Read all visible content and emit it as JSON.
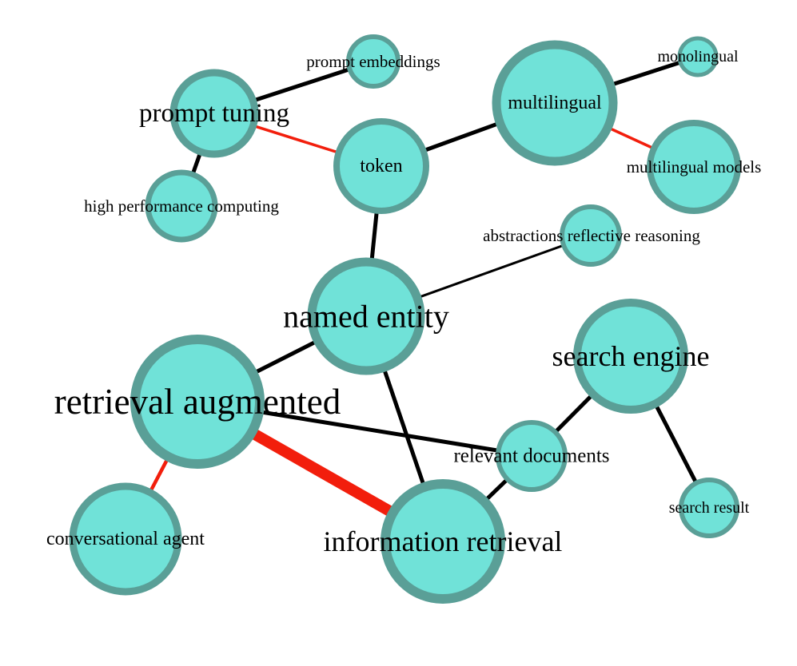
{
  "colors": {
    "node_fill": "#70e2d8",
    "node_stroke": "#5a9f97",
    "edge_black": "#000000",
    "edge_red": "#f21e0c",
    "background": "#ffffff"
  },
  "nodes": [
    {
      "id": "prompt_tuning",
      "label": "prompt tuning"
    },
    {
      "id": "prompt_embeddings",
      "label": "prompt embeddings"
    },
    {
      "id": "high_performance_computing",
      "label": "high performance computing"
    },
    {
      "id": "token",
      "label": "token"
    },
    {
      "id": "multilingual",
      "label": "multilingual"
    },
    {
      "id": "monolingual",
      "label": "monolingual"
    },
    {
      "id": "multilingual_models",
      "label": "multilingual models"
    },
    {
      "id": "abstractions_reflective_reasoning",
      "label": "abstractions reflective reasoning"
    },
    {
      "id": "named_entity",
      "label": "named entity"
    },
    {
      "id": "search_engine",
      "label": "search engine"
    },
    {
      "id": "retrieval_augmented",
      "label": "retrieval augmented"
    },
    {
      "id": "relevant_documents",
      "label": "relevant documents"
    },
    {
      "id": "search_result",
      "label": "search result"
    },
    {
      "id": "conversational_agent",
      "label": "conversational agent"
    },
    {
      "id": "information_retrieval",
      "label": "information retrieval"
    }
  ],
  "edges": [
    {
      "source": "prompt_tuning",
      "target": "prompt_embeddings",
      "color": "black"
    },
    {
      "source": "prompt_tuning",
      "target": "high_performance_computing",
      "color": "black"
    },
    {
      "source": "prompt_tuning",
      "target": "token",
      "color": "red"
    },
    {
      "source": "token",
      "target": "multilingual",
      "color": "black"
    },
    {
      "source": "multilingual",
      "target": "monolingual",
      "color": "black"
    },
    {
      "source": "multilingual",
      "target": "multilingual_models",
      "color": "red"
    },
    {
      "source": "token",
      "target": "named_entity",
      "color": "black"
    },
    {
      "source": "named_entity",
      "target": "abstractions_reflective_reasoning",
      "color": "black"
    },
    {
      "source": "named_entity",
      "target": "retrieval_augmented",
      "color": "black"
    },
    {
      "source": "named_entity",
      "target": "information_retrieval",
      "color": "black"
    },
    {
      "source": "retrieval_augmented",
      "target": "relevant_documents",
      "color": "black"
    },
    {
      "source": "retrieval_augmented",
      "target": "information_retrieval",
      "color": "red"
    },
    {
      "source": "retrieval_augmented",
      "target": "conversational_agent",
      "color": "red"
    },
    {
      "source": "search_engine",
      "target": "relevant_documents",
      "color": "black"
    },
    {
      "source": "relevant_documents",
      "target": "information_retrieval",
      "color": "black"
    },
    {
      "source": "search_engine",
      "target": "search_result",
      "color": "black"
    }
  ]
}
